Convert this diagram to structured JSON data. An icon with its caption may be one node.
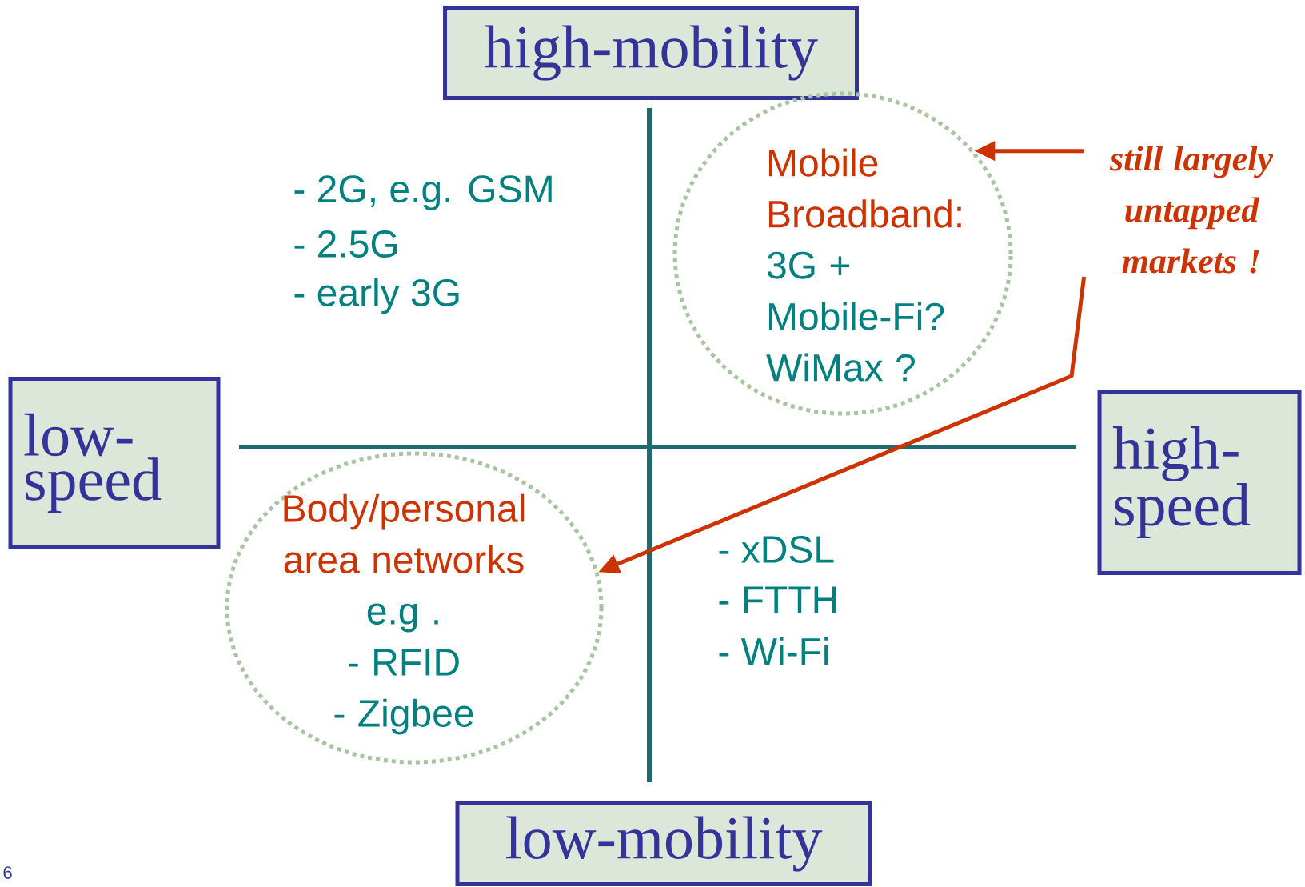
{
  "diagram": {
    "nodes": [
      {
        "text": [
          "high-mobility"
        ]
      },
      {
        "text": [
          "low-speed"
        ]
      },
      {
        "text": [
          "high-speed"
        ]
      },
      {
        "text": [
          "low-mobility"
        ]
      },
      {
        "text": [
          "Mobile Broadband:",
          "3G +",
          "Mobile-Fi?",
          "WiMax ?"
        ]
      },
      {
        "text": [
          "Body/personal area networks",
          "e.g .",
          "- RFID",
          "- Zigbee"
        ]
      },
      {
        "text": [
          "still largely untapped markets !"
        ]
      }
    ],
    "edges": [
      {
        "from": 6,
        "to": 4,
        "arrow": "to"
      },
      {
        "from": 6,
        "to": 5,
        "arrow": "to"
      }
    ],
    "labels": [
      "- 2G, e.g. GSM",
      "- 2.5G",
      "- early 3G",
      "- xDSL",
      "- FTTH",
      "- Wi-Fi",
      "6"
    ]
  }
}
